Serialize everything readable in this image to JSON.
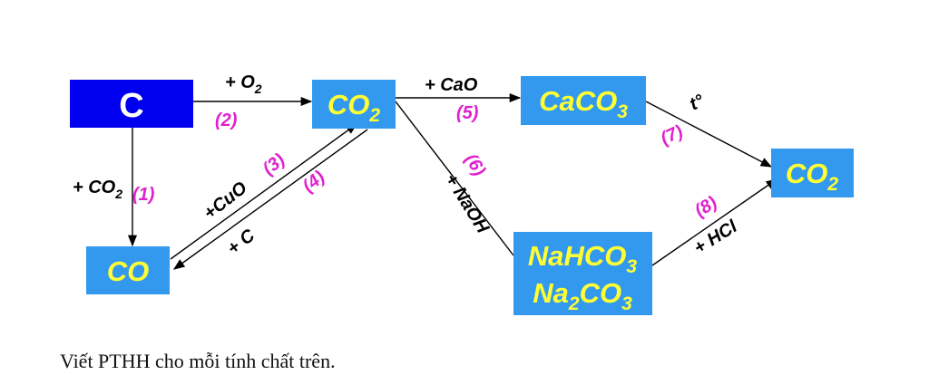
{
  "nodes": {
    "c": {
      "text": "C"
    },
    "co2_mid": {
      "text": "CO",
      "sub": "2"
    },
    "caco3": {
      "text": "CaCO",
      "sub": "3"
    },
    "co2_end": {
      "text": "CO",
      "sub": "2"
    },
    "co": {
      "text": "CO"
    },
    "nahco3": {
      "text": "NaHCO",
      "sub": "3"
    },
    "na2co3": {
      "pre": "Na",
      "sub": "2",
      "post": "CO",
      "sub2": "3"
    }
  },
  "labels": {
    "o2": {
      "text": "+ O",
      "sub": "2"
    },
    "cao": "+ CaO",
    "to": "t°",
    "co2": {
      "text": "+ CO",
      "sub": "2"
    },
    "cuo": "+CuO",
    "c": "+ C",
    "naoh": "+ NaOH",
    "hcl": "+ HCl"
  },
  "steps": {
    "s1": "(1)",
    "s2": "(2)",
    "s3": "(3)",
    "s4": "(4)",
    "s5": "(5)",
    "s6": "(6)",
    "s7": "(7)",
    "s8": "(8)"
  },
  "colors": {
    "c_box": "#0000ee",
    "box": "#3399ee",
    "box_text": "#ffff33",
    "c_text": "#ffffff",
    "step": "#e020d0"
  },
  "caption": "Viết PTHH cho mỗi tính chất trên."
}
